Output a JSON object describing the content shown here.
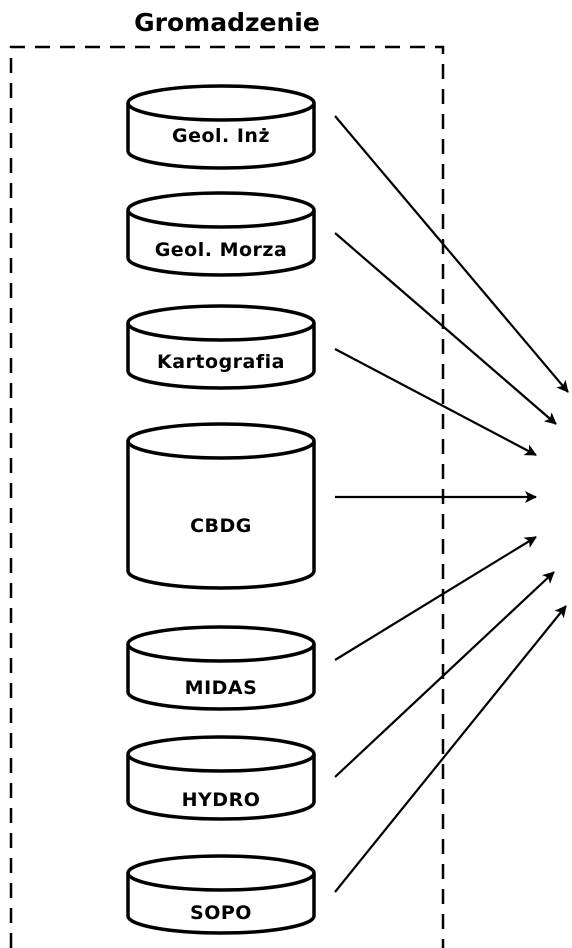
{
  "title": "Gromadzenie",
  "colors": {
    "stroke": "#000000",
    "fill": "#ffffff",
    "background": "#ffffff"
  },
  "databases": [
    {
      "id": "geol-inz",
      "label": "Geol. Inż"
    },
    {
      "id": "geol-morza",
      "label": "Geol. Morza"
    },
    {
      "id": "kartografia",
      "label": "Kartografia"
    },
    {
      "id": "cbdg",
      "label": "CBDG"
    },
    {
      "id": "midas",
      "label": "MIDAS"
    },
    {
      "id": "hydro",
      "label": "HYDRO"
    },
    {
      "id": "sopo",
      "label": "SOPO"
    }
  ]
}
